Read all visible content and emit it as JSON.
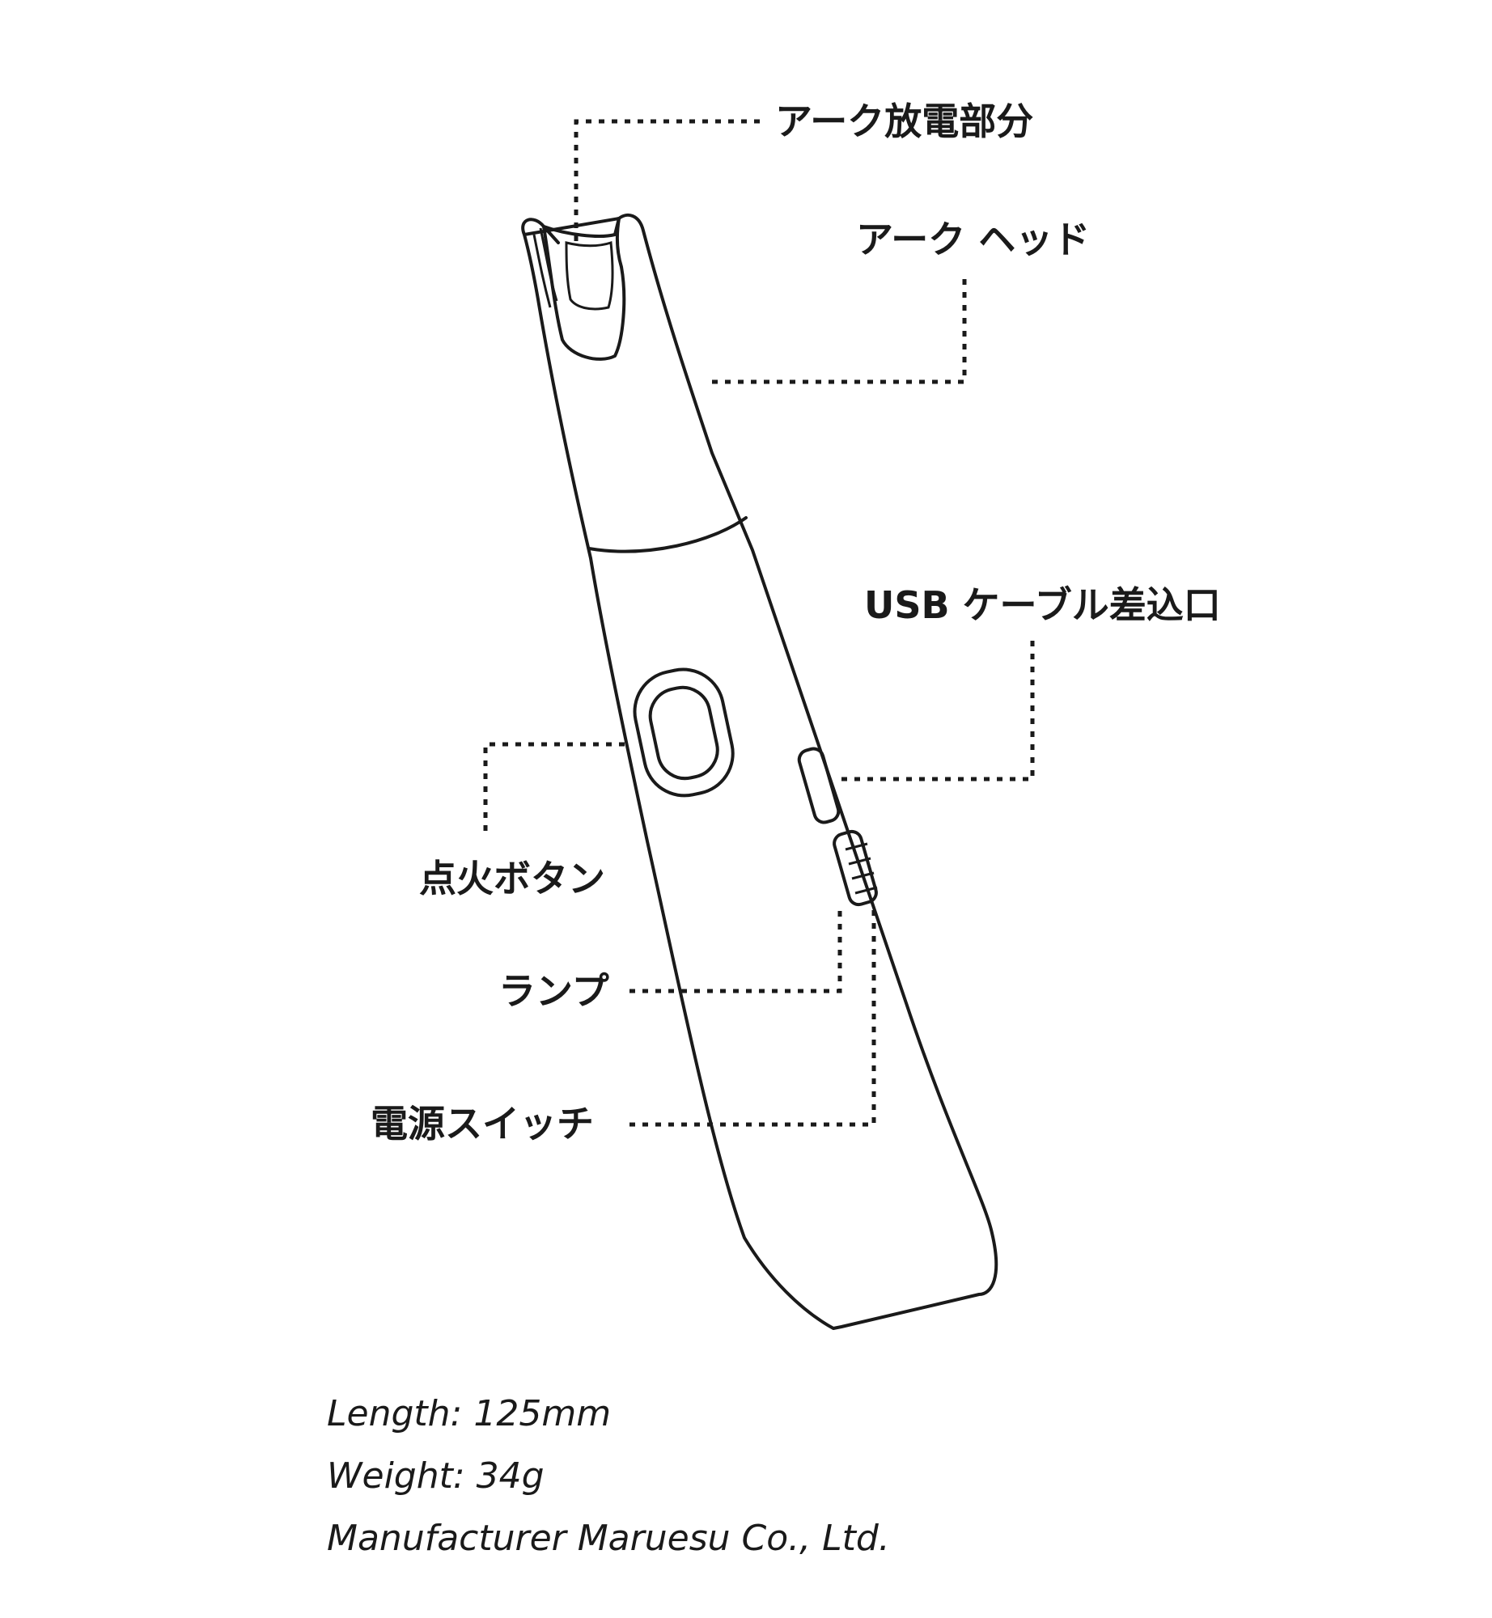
{
  "labels": {
    "arc_discharge": "アーク放電部分",
    "arc_head": "アーク ヘッド",
    "usb_port": "USB ケーブル差込口",
    "ignition_button": "点火ボタン",
    "lamp": "ランプ",
    "power_switch": "電源スイッチ"
  },
  "specs": {
    "length": "Length: 125mm",
    "weight": "Weight: 34g",
    "manufacturer": "Manufacturer Maruesu Co., Ltd."
  }
}
